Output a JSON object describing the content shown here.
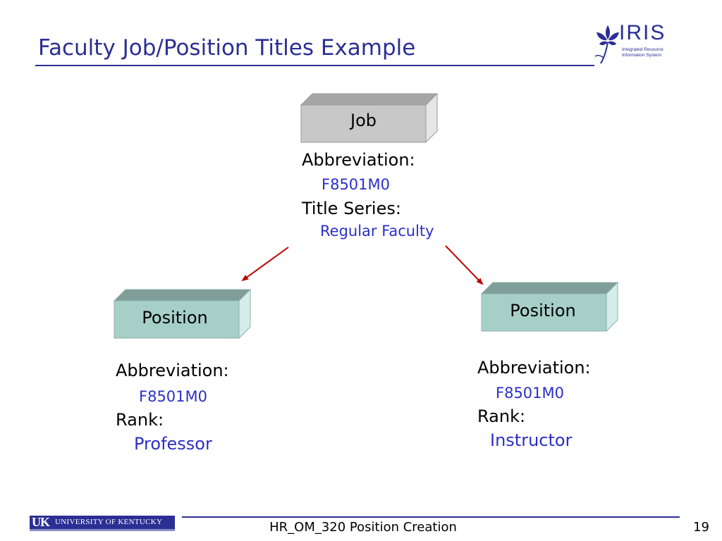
{
  "slide": {
    "title": "Faculty Job/Position Titles Example",
    "footer_text": "HR_OM_320 Position Creation",
    "page_number": "19"
  },
  "logo": {
    "word": "IRIS",
    "subtitle_line1": "Integrated Resource",
    "subtitle_line2": "Information System",
    "icon": "iris-flower-icon"
  },
  "footer_logo": {
    "mark": "UK",
    "text": "UNIVERSITY OF KENTUCKY"
  },
  "job": {
    "label": "Job",
    "field1_label": "Abbreviation:",
    "field1_value": "F8501M0",
    "field2_label": "Title Series:",
    "field2_value": "Regular Faculty"
  },
  "position_left": {
    "label": "Position",
    "field1_label": "Abbreviation:",
    "field1_value": "F8501M0",
    "field2_label": "Rank:",
    "field2_value": "Professor"
  },
  "position_right": {
    "label": "Position",
    "field1_label": "Abbreviation:",
    "field1_value": "F8501M0",
    "field2_label": "Rank:",
    "field2_value": "Instructor"
  },
  "colors": {
    "title": "#2b2f93",
    "value_text": "#2b2fc7",
    "arrow": "#c00000",
    "job_box": "#c8c8c8",
    "position_box": "#a6cfc8"
  }
}
